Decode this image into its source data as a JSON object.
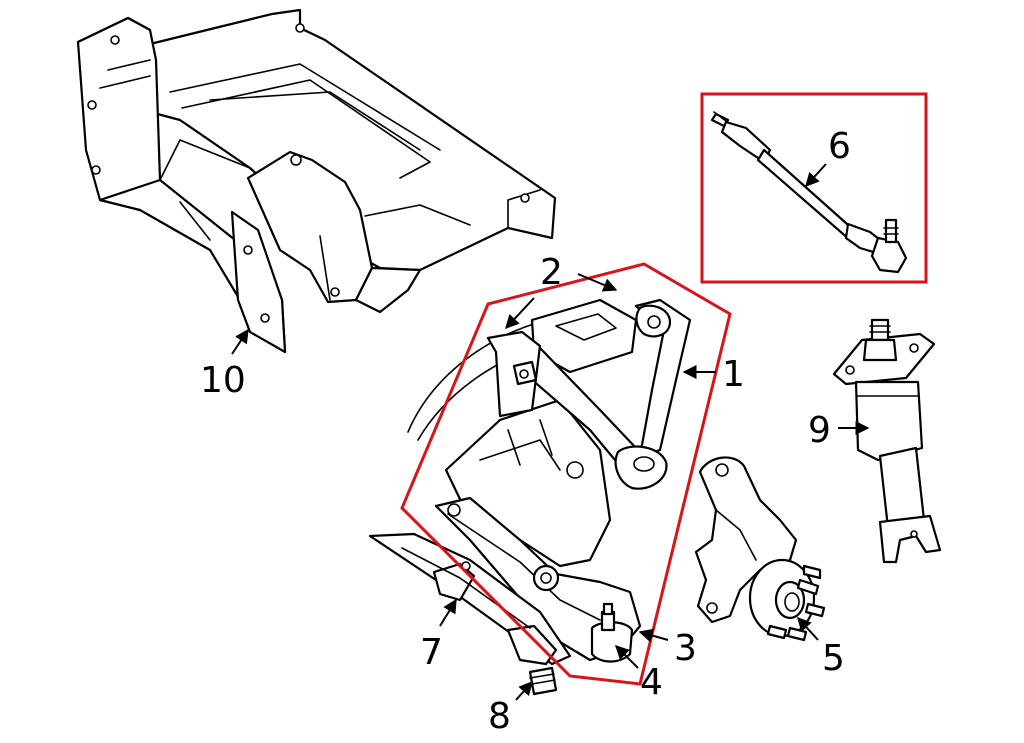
{
  "colors": {
    "highlight": "#d7141a",
    "line": "#000000",
    "background": "#ffffff"
  },
  "callouts": [
    {
      "id": "1",
      "label": "1"
    },
    {
      "id": "2",
      "label": "2"
    },
    {
      "id": "3",
      "label": "3"
    },
    {
      "id": "4",
      "label": "4"
    },
    {
      "id": "5",
      "label": "5"
    },
    {
      "id": "6",
      "label": "6"
    },
    {
      "id": "7",
      "label": "7"
    },
    {
      "id": "8",
      "label": "8"
    },
    {
      "id": "9",
      "label": "9"
    },
    {
      "id": "10",
      "label": "10"
    }
  ]
}
